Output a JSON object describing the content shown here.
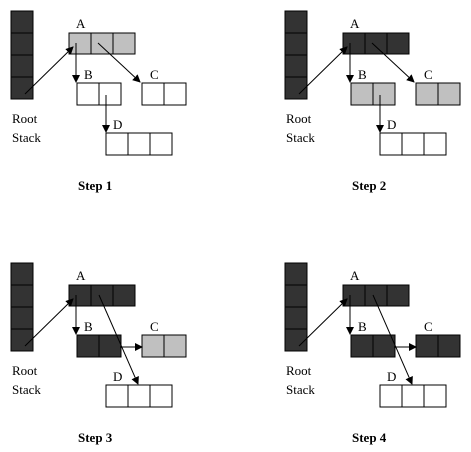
{
  "labels": {
    "node_a": "A",
    "node_b": "B",
    "node_c": "C",
    "node_d": "D",
    "root_line1": "Root",
    "root_line2": "Stack"
  },
  "colors": {
    "white": "#ffffff",
    "gray": "#c0c0c0",
    "black": "#333333",
    "stroke": "#000000"
  },
  "steps": [
    {
      "title": "Step 1",
      "A": "gray",
      "B": "white",
      "C": "white",
      "D": "white"
    },
    {
      "title": "Step 2",
      "A": "black",
      "B": "gray",
      "C": "gray",
      "D": "white"
    },
    {
      "title": "Step 3",
      "A": "black",
      "B": "black",
      "C": "gray",
      "D": "white"
    },
    {
      "title": "Step 4",
      "A": "black",
      "B": "black",
      "C": "black",
      "D": "white"
    }
  ]
}
